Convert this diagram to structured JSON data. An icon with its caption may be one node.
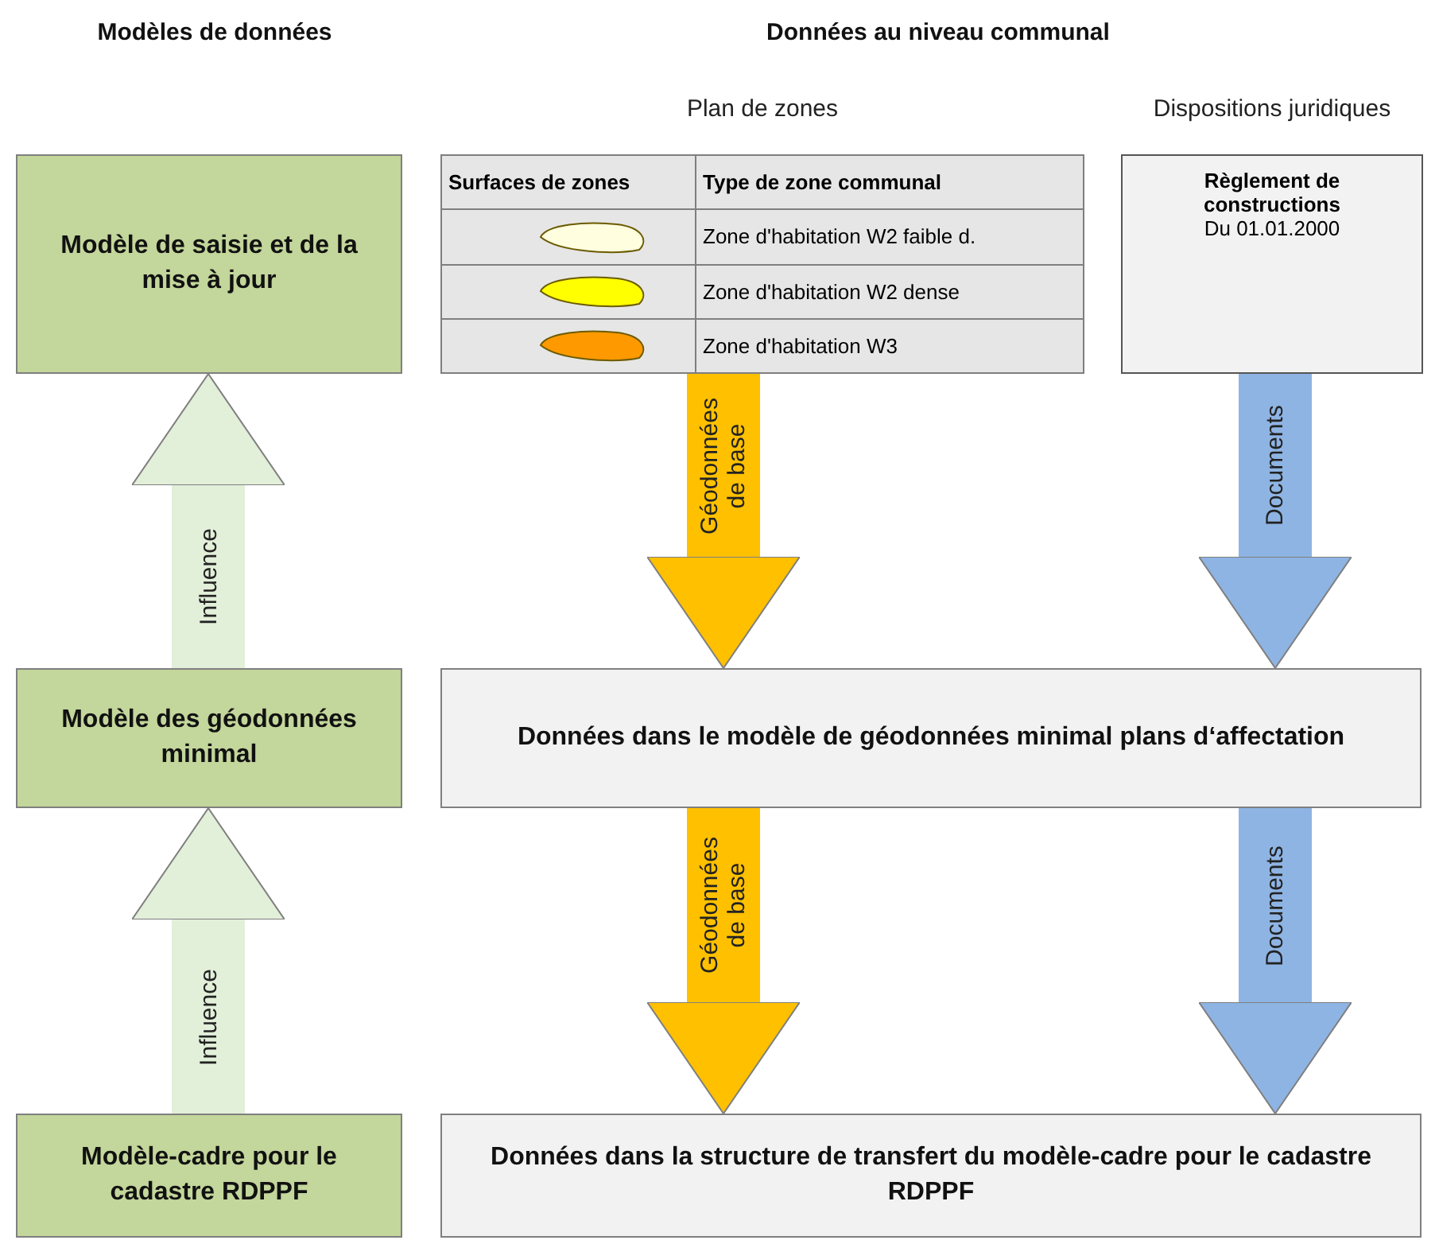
{
  "diagram": {
    "nodes": [
      {
        "text": [
          "Modèle de saisie et de la mise à jour"
        ]
      },
      {
        "text": [
          "Plan de zones",
          "Surfaces de zones",
          "Type de zone communal",
          "Zone d'habitation W2 faible d.",
          "Zone d'habitation W2 dense",
          "Zone d'habitation W3"
        ]
      },
      {
        "text": [
          "Dispositions juridiques",
          "Règlement de constructions",
          "Du 01.01.2000"
        ]
      },
      {
        "text": [
          "Modèle des géodonnées minimal"
        ]
      },
      {
        "text": [
          "Données dans le modèle de géodonnées minimal plans d‘affectation"
        ]
      },
      {
        "text": [
          "Modèle-cadre pour le cadastre RDPPF"
        ]
      },
      {
        "text": [
          "Données dans la structure de transfert du modèle-cadre pour le cadastre RDPPF"
        ]
      }
    ],
    "edges": [
      {
        "from": 3,
        "to": 0,
        "arrow": "to",
        "label": "Influence",
        "color": "#e2efd9"
      },
      {
        "from": 1,
        "to": 4,
        "arrow": "to",
        "label": "Géodonnées de base",
        "color": "#ffc000"
      },
      {
        "from": 2,
        "to": 4,
        "arrow": "to",
        "label": "Documents",
        "color": "#8eb4e3"
      },
      {
        "from": 5,
        "to": 3,
        "arrow": "to",
        "label": "Influence",
        "color": "#e2efd9"
      },
      {
        "from": 4,
        "to": 6,
        "arrow": "to",
        "label": "Géodonnées de base",
        "color": "#ffc000"
      },
      {
        "from": 4,
        "to": 6,
        "arrow": "to",
        "label": "Documents",
        "color": "#8eb4e3"
      }
    ],
    "labels": [
      "Modèles de données",
      "Données au niveau communal"
    ]
  }
}
